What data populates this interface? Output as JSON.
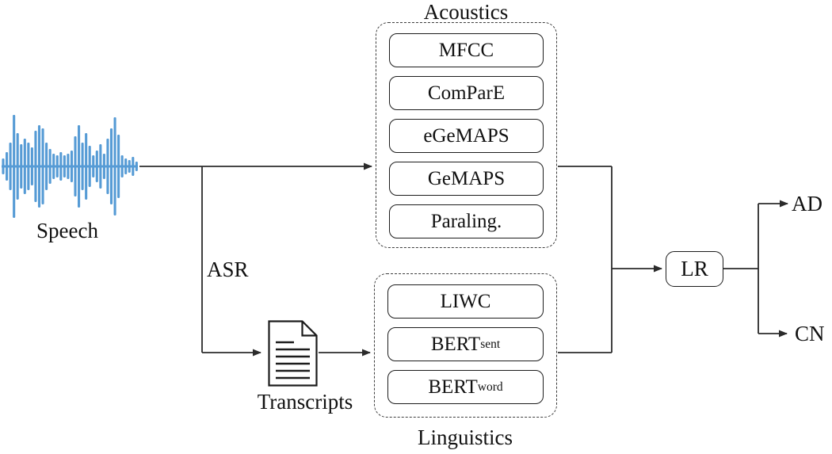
{
  "diagram": {
    "line_color": "#2b2b2b",
    "nodes": {
      "speech": {
        "label": "Speech",
        "icon": "waveform-icon",
        "waveform_color": "#569BD5"
      },
      "asr": {
        "label": "ASR"
      },
      "transcripts": {
        "label": "Transcripts",
        "icon": "document-icon"
      },
      "classifier": {
        "label": "LR"
      },
      "outputs": [
        {
          "label": "AD"
        },
        {
          "label": "CN"
        }
      ]
    },
    "groups": {
      "acoustics": {
        "title": "Acoustics",
        "items": [
          {
            "label": "MFCC"
          },
          {
            "label": "ComParE"
          },
          {
            "label": "eGeMAPS"
          },
          {
            "label": "GeMAPS"
          },
          {
            "label": "Paraling."
          }
        ]
      },
      "linguistics": {
        "title": "Linguistics",
        "items": [
          {
            "label": "LIWC"
          },
          {
            "label": "BERT",
            "sub": "sent"
          },
          {
            "label": "BERT",
            "sub": "word"
          }
        ]
      }
    }
  }
}
